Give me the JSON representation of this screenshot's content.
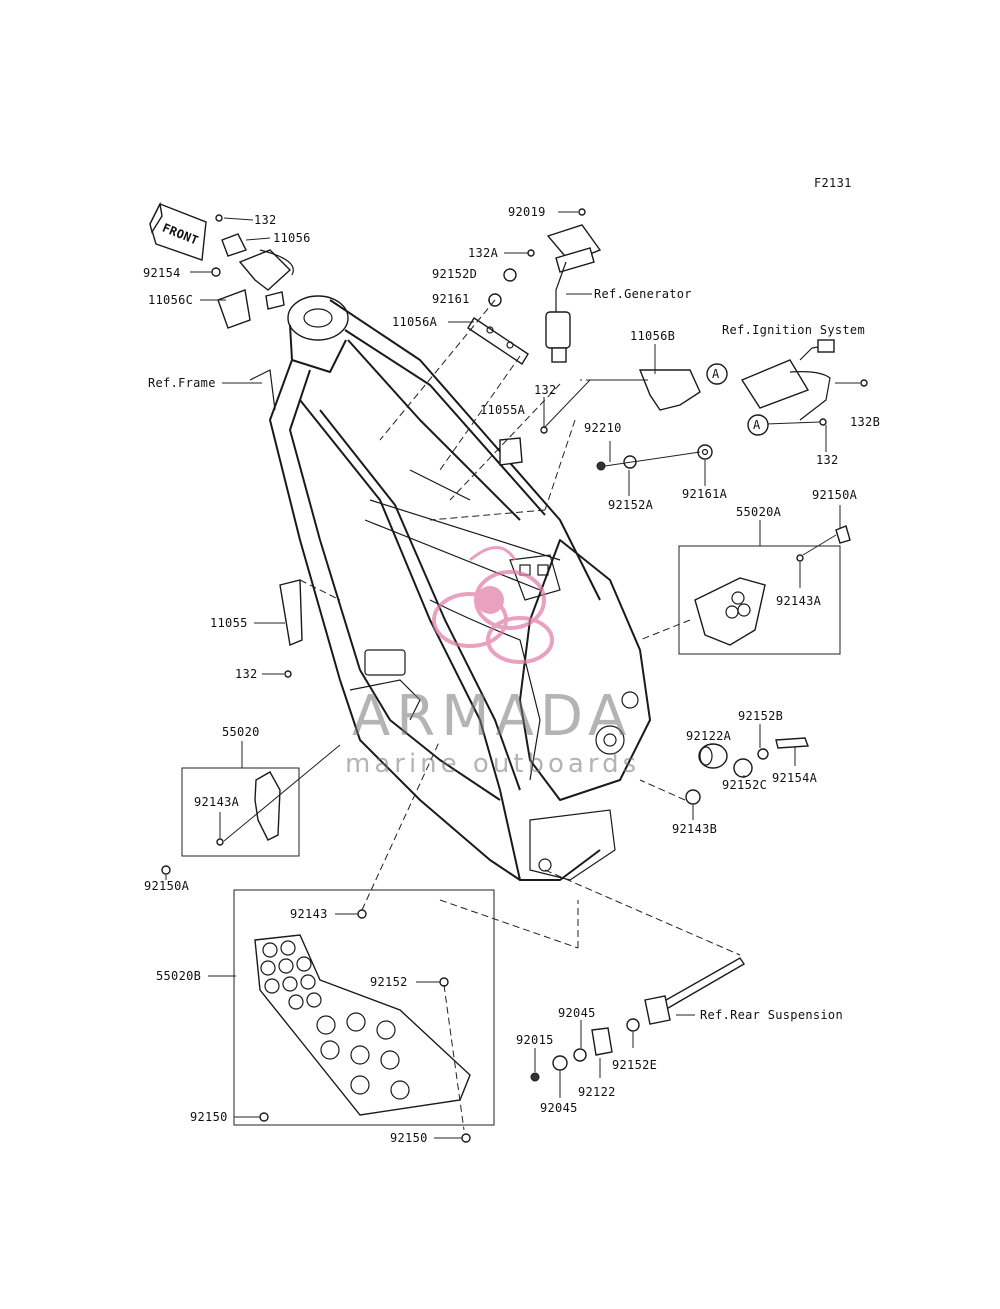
{
  "diagram_code": "F2131",
  "front_arrow": "FRONT",
  "watermark": {
    "brand": "ARMADA",
    "tagline": "marine outboards"
  },
  "callout_A": "A",
  "references": {
    "frame": "Ref.Frame",
    "generator": "Ref.Generator",
    "ignition": "Ref.Ignition System",
    "rear_suspension": "Ref.Rear Suspension"
  },
  "parts": {
    "p132_top": "132",
    "p11056": "11056",
    "p92154": "92154",
    "p11056C": "11056C",
    "p92019": "92019",
    "p132A": "132A",
    "p92152D": "92152D",
    "p92161": "92161",
    "p11056A": "11056A",
    "p11056B": "11056B",
    "p132_mid": "132",
    "p11055A": "11055A",
    "p92210": "92210",
    "p92152A": "92152A",
    "p92161A": "92161A",
    "p132B": "132B",
    "p132_right": "132",
    "p92150A_right": "92150A",
    "p55020A": "55020A",
    "p92143A_right": "92143A",
    "p11055": "11055",
    "p132_left": "132",
    "p55020": "55020",
    "p92143A_left": "92143A",
    "p92150A_left": "92150A",
    "p92152B": "92152B",
    "p92122A": "92122A",
    "p92154A": "92154A",
    "p92152C": "92152C",
    "p92143B": "92143B",
    "p92143": "92143",
    "p55020B": "55020B",
    "p92152": "92152",
    "p92150_left": "92150",
    "p92150_bottom": "92150",
    "p92045_top": "92045",
    "p92015": "92015",
    "p92045_bottom": "92045",
    "p92122": "92122",
    "p92152E": "92152E"
  },
  "colors": {
    "line": "#1a1a1a",
    "watermark_logo": "#e07aa5"
  }
}
